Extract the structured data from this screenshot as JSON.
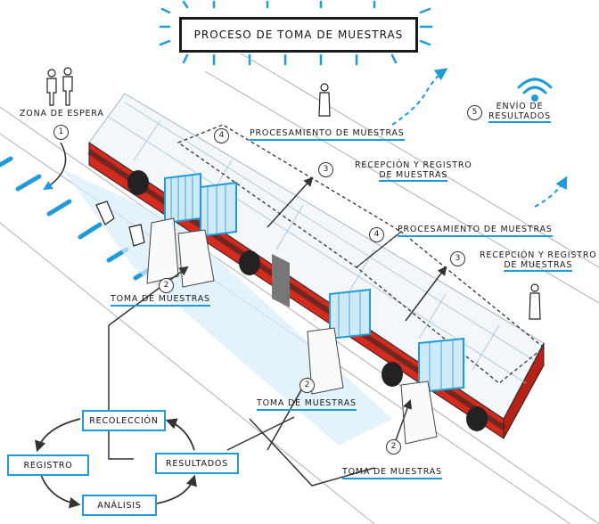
{
  "title": "PROCESO DE TOMA DE MUESTRAS",
  "labels": {
    "waiting_zone": "ZONA DE ESPERA",
    "processing": "PROCESAMIENTO DE MUESTRAS",
    "reception_line1": "RECEPCIÓN Y REGISTRO",
    "reception_line2": "DE MUESTRAS",
    "sampling": "TOMA DE MUESTRAS",
    "results_line1": "ENVÍO DE",
    "results_line2": "RESULTADOS"
  },
  "step_numbers": {
    "one": "1",
    "two": "2",
    "three": "3",
    "four": "4",
    "five": "5"
  },
  "cycle": {
    "collection": "RECOLECCIÓN",
    "registration": "REGISTRO",
    "results": "RESULTADOS",
    "analysis": "ANÁLISIS"
  },
  "colors": {
    "accent_blue": "#1f9bd9",
    "bus_red": "#d42b1e",
    "ink": "#1a1a1a"
  },
  "icons": [
    "wifi-icon",
    "person-icon",
    "arrow-icon"
  ]
}
